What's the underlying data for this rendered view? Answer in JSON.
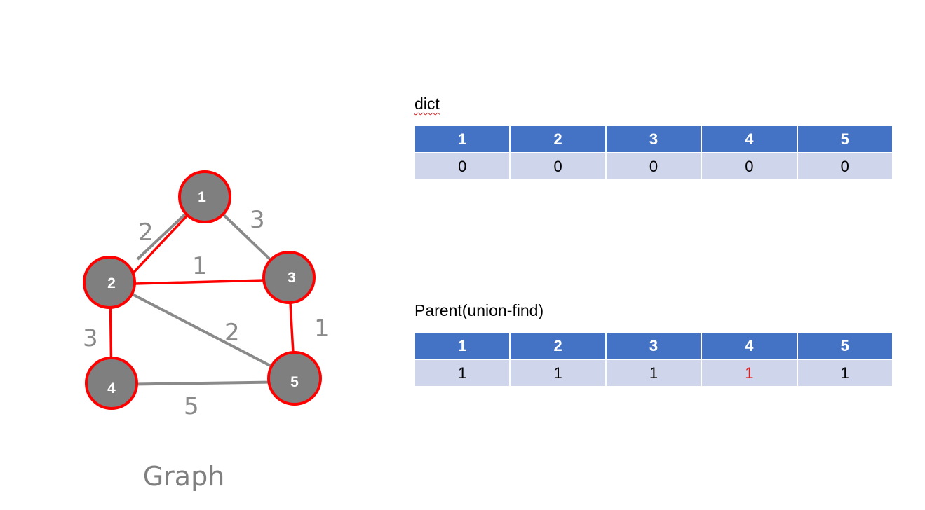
{
  "graph": {
    "caption": "Graph",
    "nodes": [
      "1",
      "2",
      "3",
      "4",
      "5"
    ],
    "edges": [
      {
        "from": "1",
        "to": "2",
        "weight": "2",
        "selected": true
      },
      {
        "from": "1",
        "to": "3",
        "weight": "3",
        "selected": false
      },
      {
        "from": "2",
        "to": "3",
        "weight": "1",
        "selected": true
      },
      {
        "from": "2",
        "to": "4",
        "weight": "3",
        "selected": true
      },
      {
        "from": "2",
        "to": "5",
        "weight": "2",
        "selected": false
      },
      {
        "from": "3",
        "to": "5",
        "weight": "1",
        "selected": true
      },
      {
        "from": "4",
        "to": "5",
        "weight": "5",
        "selected": false
      }
    ]
  },
  "dict": {
    "title": "dict",
    "headers": [
      "1",
      "2",
      "3",
      "4",
      "5"
    ],
    "values": [
      "0",
      "0",
      "0",
      "0",
      "0"
    ]
  },
  "parent": {
    "title": "Parent(union-find)",
    "headers": [
      "1",
      "2",
      "3",
      "4",
      "5"
    ],
    "values": [
      "1",
      "1",
      "1",
      "1",
      "1"
    ],
    "highlighted_index": 3
  },
  "colors": {
    "node_fill": "#7f7f7f",
    "node_stroke": "#ff0000",
    "selected_edge": "#ff0000",
    "unselected_edge": "#8a8a8a",
    "header_bg": "#4472c4",
    "cell_bg": "#cfd5ea",
    "highlight_text": "#e02020"
  }
}
